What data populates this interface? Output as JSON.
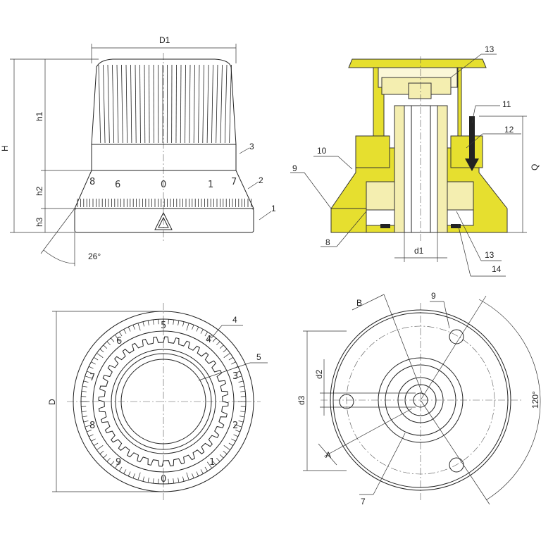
{
  "dimensions": {
    "D1": "D1",
    "H": "H",
    "h1": "h1",
    "h2": "h2",
    "h3": "h3",
    "angle": "26°",
    "Q": "Q",
    "d1": "d1",
    "D": "D",
    "d2": "d2",
    "d3": "d3",
    "A": "A",
    "B": "B",
    "angle120": "120°"
  },
  "callouts": {
    "c1": "1",
    "c2": "2",
    "c3": "3",
    "c4": "4",
    "c5": "5",
    "c7": "7",
    "c8": "8",
    "c9a": "9",
    "c9b": "9",
    "c10": "10",
    "c11": "11",
    "c12": "12",
    "c13a": "13",
    "c13b": "13",
    "c14": "14"
  },
  "dial_side": {
    "n8": "8",
    "n6": "6",
    "n0": "0",
    "n1": "1",
    "n7": "7"
  },
  "dial_top": {
    "n0": "0",
    "n1": "1",
    "n2": "2",
    "n3": "3",
    "n4": "4",
    "n5": "5",
    "n6": "6",
    "n7": "7",
    "n8": "8",
    "n9": "9"
  },
  "colors": {
    "yellow": "#e6df2f",
    "light_yellow": "#f4eeb0",
    "line": "#222222"
  }
}
